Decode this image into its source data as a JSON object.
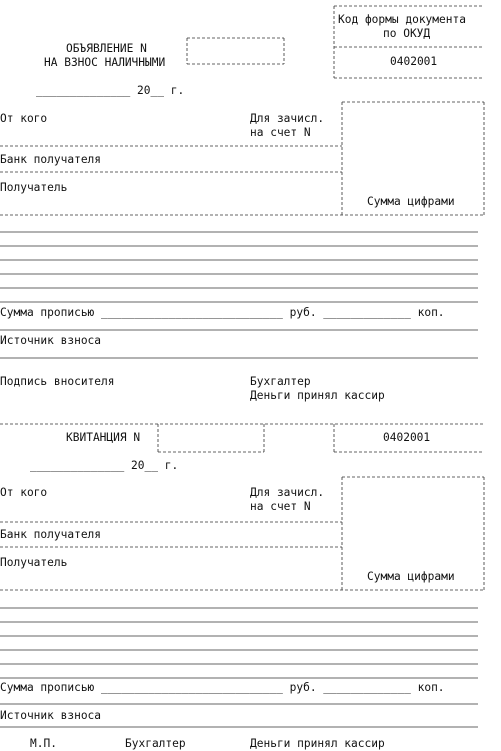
{
  "top": {
    "form_code_label_1": "Код формы документа",
    "form_code_label_2": "по ОКУД",
    "okud_code": "0402001",
    "title_1": "ОБЪЯВЛЕНИЕ N",
    "title_2": "НА ВЗНОС НАЛИЧНЫМИ",
    "date_line": "______________ 20__ г.",
    "from_label": "От кого",
    "account_label_1": "Для зачисл.",
    "account_label_2": "на счет N",
    "bank_label": "Банк получателя",
    "recipient_label": "Получатель",
    "sum_digits_label": "Сумма цифрами",
    "sum_words_line": "Сумма прописью ___________________________ руб. _____________ коп.",
    "source_label": "Источник взноса",
    "payer_signature": "Подпись вносителя",
    "accountant": "Бухгалтер",
    "cashier": "Деньги принял кассир"
  },
  "receipt": {
    "title": "КВИТАНЦИЯ N",
    "okud_code": "0402001",
    "date_line": "______________ 20__ г.",
    "from_label": "От кого",
    "account_label_1": "Для зачисл.",
    "account_label_2": "на счет N",
    "bank_label": "Банк получателя",
    "recipient_label": "Получатель",
    "sum_digits_label": "Сумма цифрами",
    "sum_words_line": "Сумма прописью ___________________________ руб. _____________ коп.",
    "source_label": "Источник взноса",
    "stamp": "М.П.",
    "accountant": "Бухгалтер",
    "cashier": "Деньги принял кассир"
  }
}
